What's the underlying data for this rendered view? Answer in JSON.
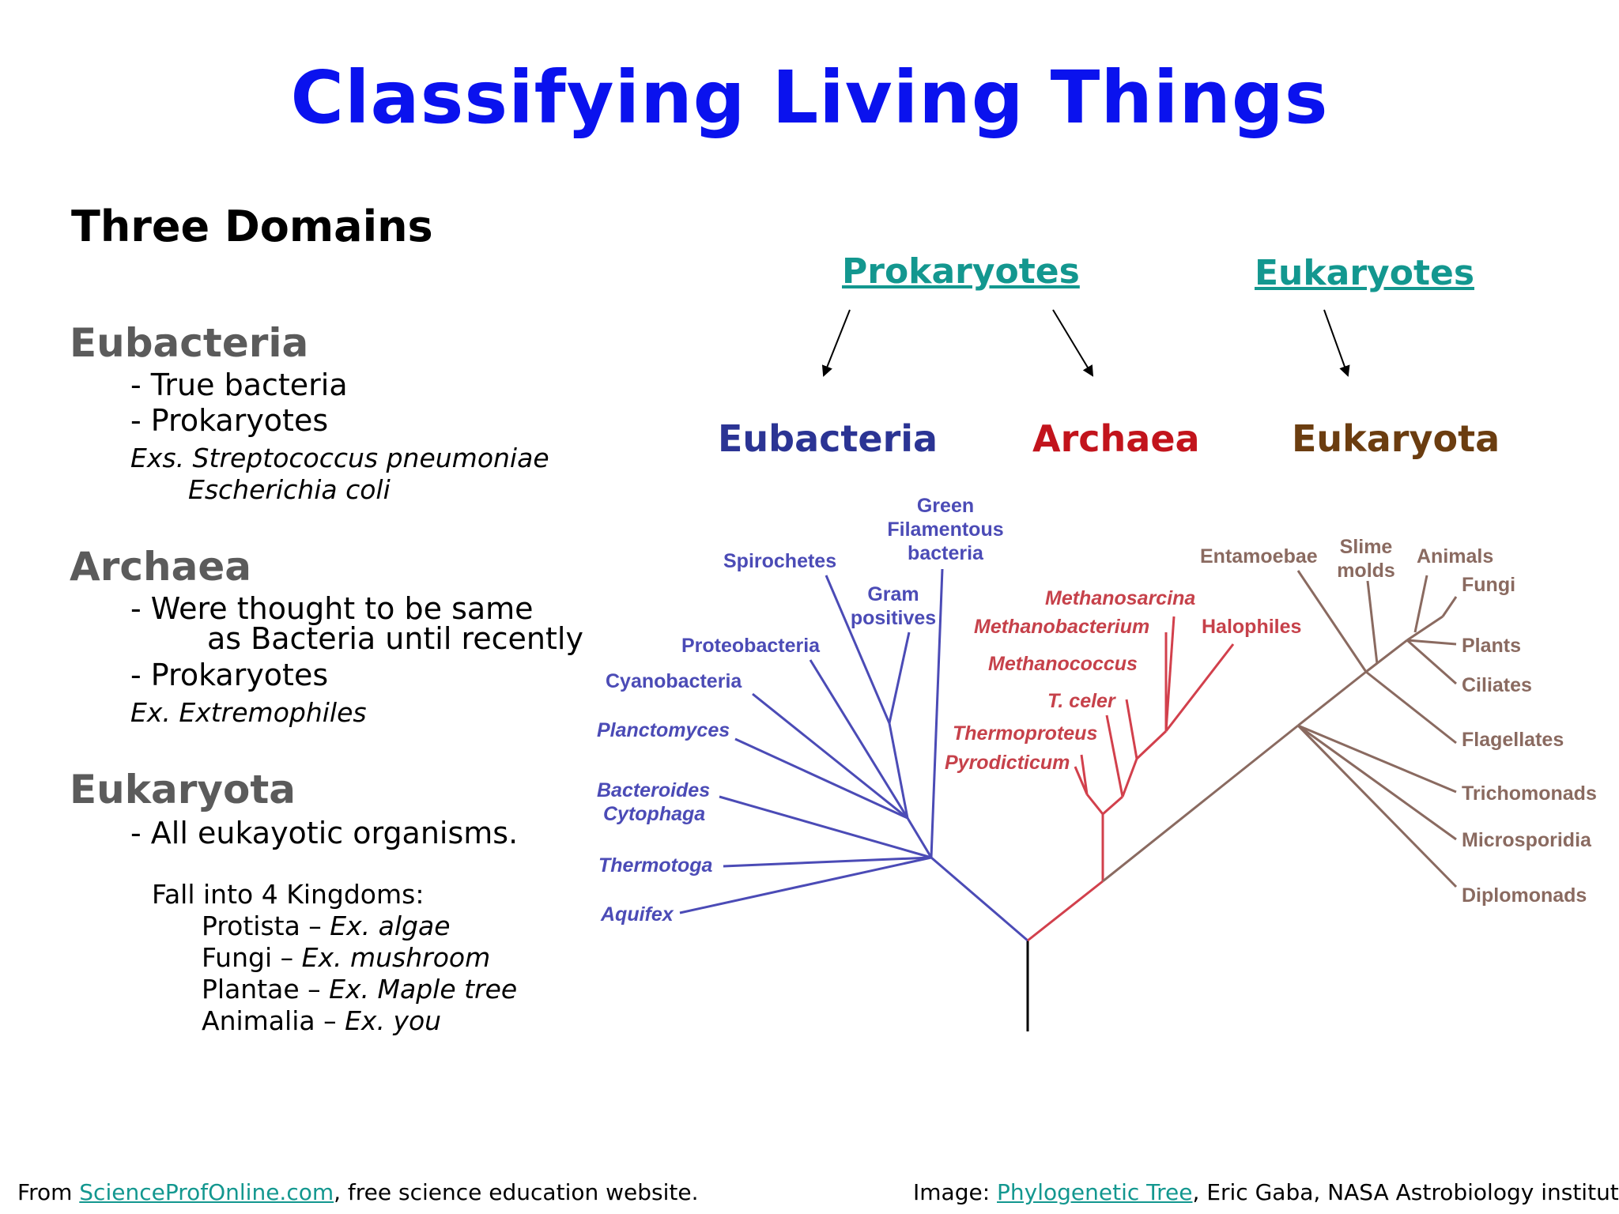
{
  "title": "Classifying Living Things",
  "left": {
    "heading": "Three Domains",
    "eubacteria": {
      "name": "Eubacteria",
      "l1": "- True bacteria",
      "l2": "- Prokaryotes",
      "ex1": "Exs. Streptococcus pneumoniae",
      "ex2": "Escherichia coli"
    },
    "archaea": {
      "name": "Archaea",
      "l1": "- Were thought to be same",
      "l2": "as Bacteria until recently",
      "l3": "- Prokaryotes",
      "ex": "Ex. Extremophiles"
    },
    "eukaryota": {
      "name": "Eukaryota",
      "l1": "- All eukayotic organisms.",
      "kingdoms_intro": "Fall into 4 Kingdoms:",
      "kingdoms": [
        {
          "name": "Protista – ",
          "ex": "Ex. algae"
        },
        {
          "name": "Fungi – ",
          "ex": "Ex. mushroom"
        },
        {
          "name": "Plantae – ",
          "ex": "Ex. Maple tree"
        },
        {
          "name": "Animalia – ",
          "ex": "Ex. you"
        }
      ]
    }
  },
  "diagram": {
    "groups": {
      "prokaryotes": "Prokaryotes",
      "eukaryotes": "Eukaryotes"
    },
    "domains": {
      "eubacteria": {
        "label": "Eubacteria",
        "color": "#2b3494"
      },
      "archaea": {
        "label": "Archaea",
        "color": "#c2141c"
      },
      "eukaryota": {
        "label": "Eukaryota",
        "color": "#6b3d10"
      }
    },
    "tree_colors": {
      "bacteria": "#4b4bb6",
      "archaea": "#d2404c",
      "eukarya": "#8a6a60",
      "root": "#000000"
    },
    "bacteria_leaves": {
      "green1": "Green",
      "green2": "Filamentous",
      "green3": "bacteria",
      "spirochetes": "Spirochetes",
      "gram1": "Gram",
      "gram2": "positives",
      "proteobacteria": "Proteobacteria",
      "cyanobacteria": "Cyanobacteria",
      "planctomyces": "Planctomyces",
      "bacteroides1": "Bacteroides",
      "bacteroides2": "Cytophaga",
      "thermotoga": "Thermotoga",
      "aquifex": "Aquifex"
    },
    "archaea_leaves": {
      "methanosarcina": "Methanosarcina",
      "methanobacterium": "Methanobacterium",
      "halophiles": "Halophiles",
      "methanococcus": "Methanococcus",
      "tceler": "T. celer",
      "thermoproteus": "Thermoproteus",
      "pyrodicticum": "Pyrodicticum"
    },
    "eukarya_leaves": {
      "entamoebae": "Entamoebae",
      "slime1": "Slime",
      "slime2": "molds",
      "animals": "Animals",
      "fungi": "Fungi",
      "plants": "Plants",
      "ciliates": "Ciliates",
      "flagellates": "Flagellates",
      "trichomonads": "Trichomonads",
      "microsporidia": "Microsporidia",
      "diplomonads": "Diplomonads"
    }
  },
  "footer": {
    "left_prefix": "From ",
    "left_link": "ScienceProfOnline.com",
    "left_suffix": ", free science education website.",
    "right_prefix": "Image: ",
    "right_link": "Phylogenetic Tree",
    "right_suffix": ", Eric Gaba, NASA Astrobiology institute."
  }
}
